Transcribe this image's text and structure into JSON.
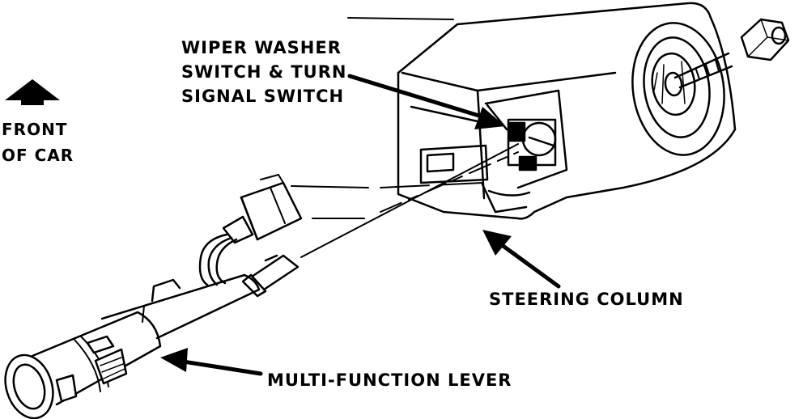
{
  "labels": {
    "front_line1": "FRONT",
    "front_line2": "OF CAR",
    "wiper_line1": "WIPER WASHER",
    "wiper_line2": "SWITCH & TURN",
    "wiper_line3": "SIGNAL SWITCH",
    "steering_column": "STEERING COLUMN",
    "multi_function_lever": "MULTI-FUNCTION LEVER"
  },
  "colors": {
    "ink": "#000000",
    "paper": "#ffffff"
  },
  "icons": {
    "front_arrow": "up-arrow-icon"
  }
}
